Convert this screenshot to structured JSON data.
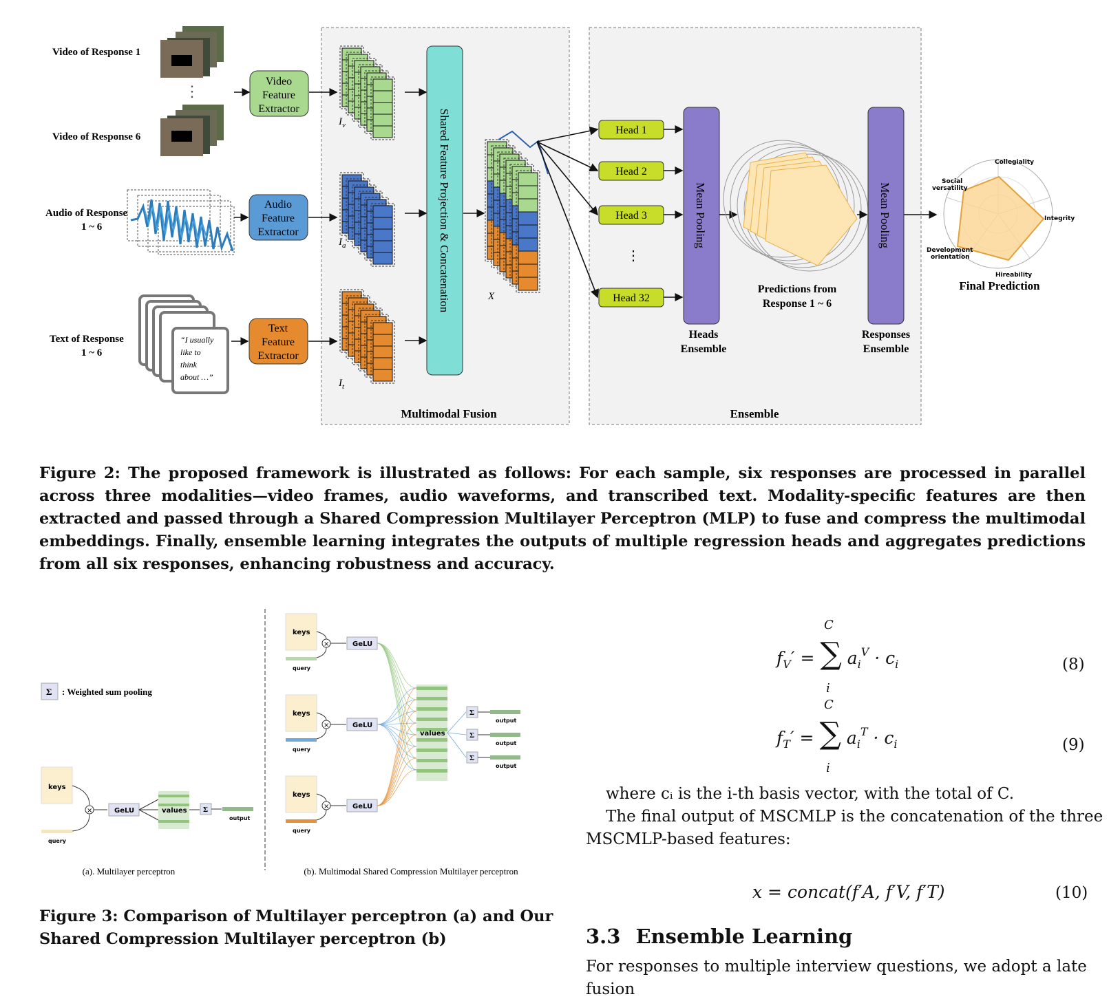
{
  "figure2": {
    "inputs": {
      "video1": "Video of Response 1",
      "video6": "Video of  Response 6",
      "audio_line1": "Audio of  Response",
      "audio_line2": "1 ~ 6",
      "text_line1": "Text of  Response",
      "text_line2": "1 ~ 6",
      "quote_lines": [
        "“I usually",
        "like to",
        "think",
        "about …”"
      ]
    },
    "extractors": {
      "video": [
        "Video",
        "Feature",
        "Extractor"
      ],
      "audio": [
        "Audio",
        "Feature",
        "Extractor"
      ],
      "text": [
        "Text",
        "Feature",
        "Extractor"
      ]
    },
    "feature_labels": {
      "video": "I",
      "video_sub": "v",
      "audio": "I",
      "audio_sub": "a",
      "text": "I",
      "text_sub": "t",
      "fused": "X"
    },
    "projection_label": "Shared Feature Projection & Concatenation",
    "fusion_box_label": "Multimodal Fusion",
    "ensemble_box_label": "Ensemble",
    "heads": [
      "Head 1",
      "Head 2",
      "Head 3",
      "Head 32"
    ],
    "heads_ellipsis": "⋮",
    "mean_pooling": "Mean Pooling",
    "heads_ensemble": [
      "Heads",
      "Ensemble"
    ],
    "responses_ensemble": [
      "Responses",
      "Ensemble"
    ],
    "predictions_label": [
      "Predictions from",
      "Response 1 ~ 6"
    ],
    "final_prediction": "Final Prediction",
    "radar_axes": [
      "Collegiality",
      "Integrity",
      "Hireability",
      "Development orientation",
      "Social versatility"
    ],
    "colors": {
      "video": "#a9d88f",
      "audio": "#4a78c9",
      "text": "#e58a2e",
      "projection": "#7fded5",
      "head": "#c8dd2a",
      "pooling": "#8b7bcb",
      "radar": "#fde6b4"
    }
  },
  "caption2": "Figure 2: The proposed framework is illustrated as follows: For each sample, six responses are processed in parallel across three modalities—video frames, audio waveforms, and transcribed text. Modality-specific features are then extracted and passed through a Shared Compression Multilayer Perceptron (MLP) to fuse and compress the multimodal embeddings. Finally, ensemble learning integrates the outputs of multiple regression heads and aggregates predictions from all six responses, enhancing robustness and accuracy.",
  "figure3": {
    "legend": ": Weighted sum pooling",
    "sigma": "Σ",
    "keys": "keys",
    "query": "query",
    "gelu": "GeLU",
    "values": "values",
    "output": "output",
    "sub_a": "(a). Multilayer perceptron",
    "sub_b": "(b). Multimodal Shared Compression Multilayer perceptron"
  },
  "caption3_line1": "Figure 3: Comparison of Multilayer perceptron (a) and Our",
  "caption3_line2": "Shared Compression Multilayer perceptron (b)",
  "equations": {
    "eq8_num": "(8)",
    "eq9_num": "(9)",
    "eq10_num": "(10)",
    "eq10_text": "x = concat(f′A, f′V, f′T)"
  },
  "body": {
    "line1": "where cᵢ is the i-th basis vector, with the total of C.",
    "line2": "The final output of MSCMLP is the concatenation of the three",
    "line3": "MSCMLP-based features:",
    "line4": "For responses to multiple interview questions, we adopt a late fusion"
  },
  "section": {
    "number": "3.3",
    "title": "Ensemble Learning"
  }
}
